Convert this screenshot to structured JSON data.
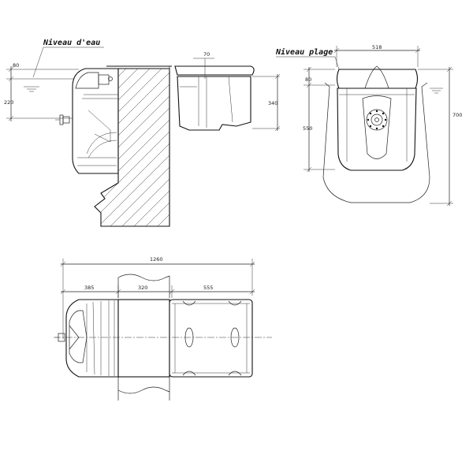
{
  "labels": {
    "water_level": "Niveau d'eau",
    "beach_level": "Niveau plage"
  },
  "side_view": {
    "dim_top": "80",
    "dim_water_height": "220",
    "dim_lid": "70",
    "dim_basket_height": "340"
  },
  "front_view": {
    "dim_width": "518",
    "dim_top": "80",
    "dim_body": "550",
    "dim_total": "700"
  },
  "top_view": {
    "dim_total": "1260",
    "dim_skimmer": "385",
    "dim_wall": "320",
    "dim_extension": "555"
  }
}
